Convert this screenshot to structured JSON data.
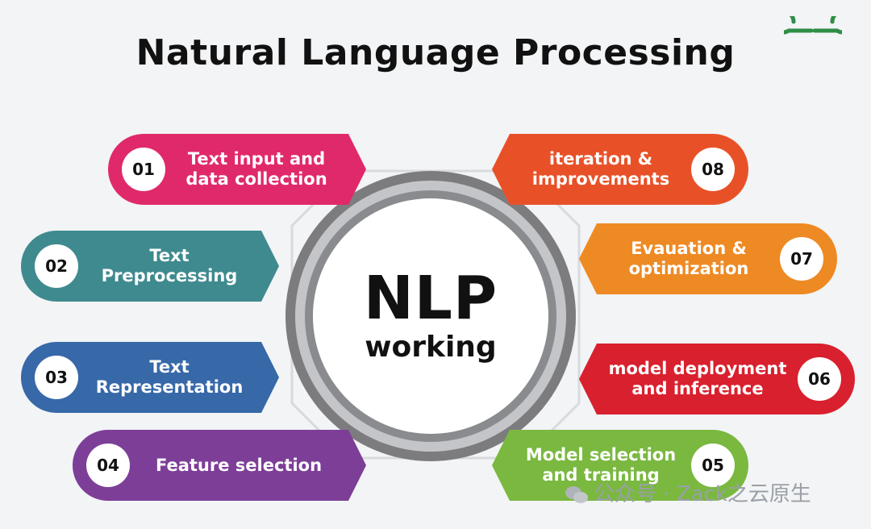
{
  "title": "Natural Language Processing",
  "center": {
    "line1": "NLP",
    "line2": "working"
  },
  "logo": {
    "name": "geeksforgeeks-logo",
    "color": "#2f8d46"
  },
  "steps": [
    {
      "num": "01",
      "lines": [
        "Text input and",
        "data collection"
      ],
      "color": "#e0296a"
    },
    {
      "num": "02",
      "lines": [
        "Text",
        "Preprocessing"
      ],
      "color": "#3f8a8f"
    },
    {
      "num": "03",
      "lines": [
        "Text",
        "Representation"
      ],
      "color": "#3768a8"
    },
    {
      "num": "04",
      "lines": [
        "Feature selection"
      ],
      "color": "#7d3e98"
    },
    {
      "num": "05",
      "lines": [
        "Model selection",
        "and training"
      ],
      "color": "#7ab840"
    },
    {
      "num": "06",
      "lines": [
        "model deployment",
        "and inference"
      ],
      "color": "#d9202e"
    },
    {
      "num": "07",
      "lines": [
        "Evauation &",
        "optimization"
      ],
      "color": "#ee8a23"
    },
    {
      "num": "08",
      "lines": [
        "iteration &",
        "improvements"
      ],
      "color": "#e85128"
    }
  ],
  "watermark": "公众号 · Zack之云原生"
}
